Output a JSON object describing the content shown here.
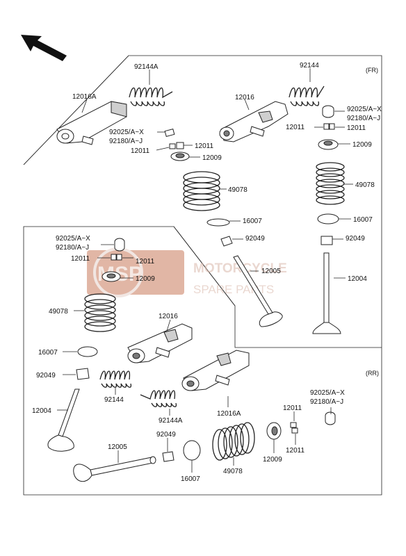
{
  "sections": {
    "front_tag": "(FR)",
    "rear_tag": "(RR)"
  },
  "watermark": {
    "logo_text": "MSP",
    "line1": "MOTORCYCLE",
    "line2": "SPARE PARTS"
  },
  "parts": {
    "front": {
      "p92144a": "92144A",
      "p12016a": "12016A",
      "p92025_top_left": "92025/A~X",
      "p92180_top_left": "92180/A~J",
      "p12011_left_a": "12011",
      "p12011_left_b": "12011",
      "p12009_left": "12009",
      "p49078_left": "49078",
      "p16007_left": "16007",
      "p92049_left": "92049",
      "p12005": "12005",
      "p12016": "12016",
      "p92144": "92144",
      "p92025_right": "92025/A~X",
      "p92180_right": "92180/A~J",
      "p12011_right_a": "12011",
      "p12011_right_b": "12011",
      "p12009_right": "12009",
      "p49078_right": "49078",
      "p16007_right": "16007",
      "p92049_right": "92049",
      "p12004_right": "12004"
    },
    "rear": {
      "p92025": "92025/A~X",
      "p92180": "92180/A~J",
      "p12011_a": "12011",
      "p12011_b": "12011",
      "p12009": "12009",
      "p49078": "49078",
      "p12016": "12016",
      "p16007": "16007",
      "p92049": "92049",
      "p92144": "92144",
      "p12004": "12004",
      "p92144a": "92144A",
      "p12016a": "12016A",
      "p12005": "12005",
      "p92049_b": "92049",
      "p16007_b": "16007",
      "p49078_b": "49078",
      "p12009_b": "12009",
      "p12011_c": "12011",
      "p12011_d": "12011",
      "p92025_b": "92025/A~X",
      "p92180_b": "92180/A~J"
    }
  }
}
